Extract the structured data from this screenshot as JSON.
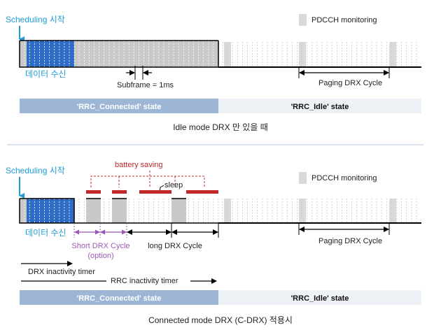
{
  "colors": {
    "blue": "#2e6bc6",
    "grey": "#c9c9c9",
    "light_grey": "#d9d9d9",
    "state_connected": "#9db6d6",
    "state_idle": "#eef1f6",
    "accent_blue": "#1f9bd7",
    "red": "#c0282a",
    "purple": "#9b59b6"
  },
  "top": {
    "scheduling_label": "Scheduling 시작",
    "legend_label": "PDCCH monitoring",
    "data_rx_label": "데이터 수신",
    "subframe_label": "Subframe = 1ms",
    "paging_label": "Paging DRX Cycle",
    "state_connected": "'RRC_Connected' state",
    "state_idle": "'RRC_Idle' state",
    "caption": "Idle mode DRX 만 있을 때"
  },
  "bottom": {
    "scheduling_label": "Scheduling 시작",
    "legend_label": "PDCCH monitoring",
    "battery_label": "battery saving",
    "sleep_label": "sleep",
    "data_rx_label": "데이터 수신",
    "short_drx_label": "Short DRX Cycle",
    "option_label": "(option)",
    "long_drx_label": "long DRX Cycle",
    "paging_label": "Paging DRX Cycle",
    "drx_timer_label": "DRX inactivity timer",
    "rrc_timer_label": "RRC inactivity timer",
    "state_connected": "'RRC_Connected' state",
    "state_idle": "'RRC_Idle' state",
    "caption": "Connected mode DRX (C-DRX) 적용시"
  }
}
